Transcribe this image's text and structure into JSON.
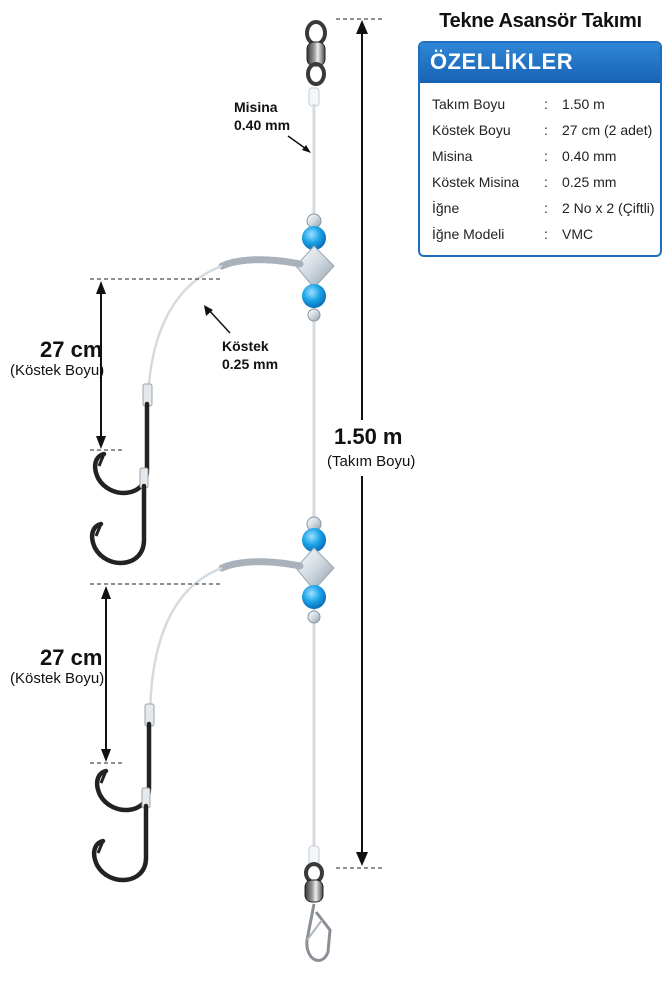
{
  "spec": {
    "title": "Tekne Asansör Takımı",
    "header": "ÖZELLİKLER",
    "rows": [
      {
        "key": "Takım Boyu",
        "value": "1.50 m"
      },
      {
        "key": "Köstek Boyu",
        "value": "27 cm (2 adet)"
      },
      {
        "key": "Misina",
        "value": "0.40 mm"
      },
      {
        "key": "Köstek Misina",
        "value": "0.25 mm"
      },
      {
        "key": "İğne",
        "value": "2 No x 2 (Çiftli)"
      },
      {
        "key": "İğne Modeli",
        "value": "VMC"
      }
    ],
    "separator": ":"
  },
  "labels": {
    "main_line_name": "Misina",
    "main_line_size": "0.40 mm",
    "snood_name": "Köstek",
    "snood_size": "0.25 mm",
    "total_value": "1.50 m",
    "total_caption": "(Takım Boyu)",
    "snood1_value": "27 cm",
    "snood1_caption": "(Köstek Boyu)",
    "snood2_value": "27 cm",
    "snood2_caption": "(Köstek Boyu)"
  },
  "colors": {
    "accent": "#1f6fc0",
    "bead_blue": "#1aa3e8",
    "hook": "#2a2a2a"
  }
}
